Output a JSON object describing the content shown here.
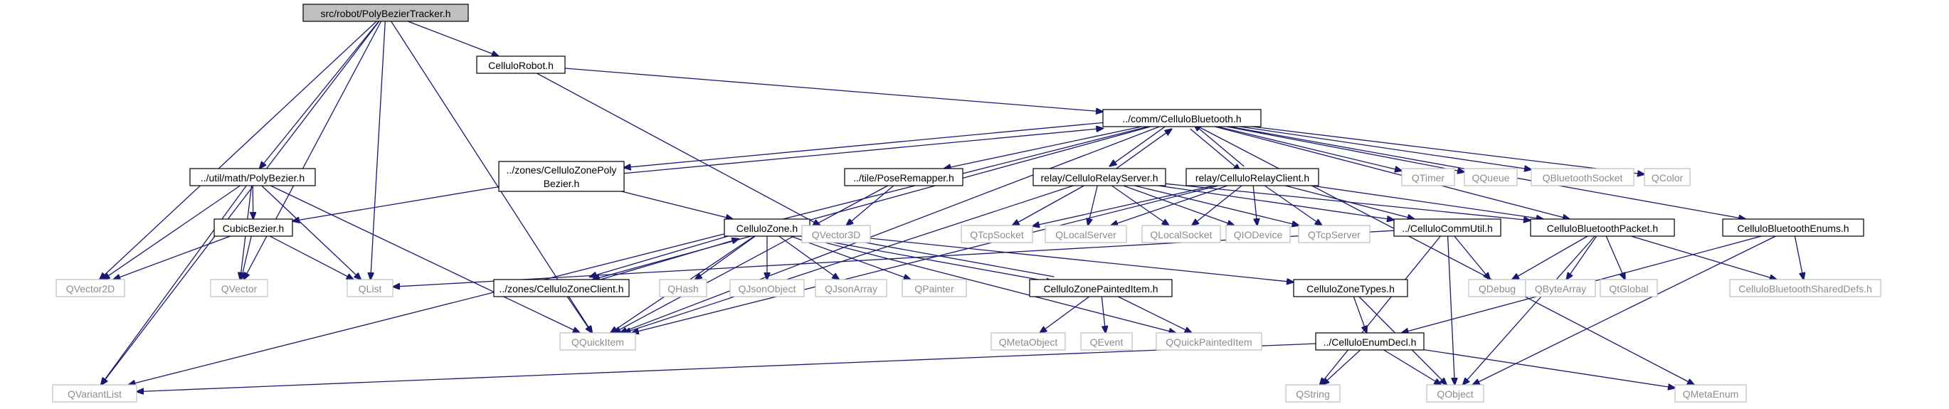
{
  "diagram": {
    "kind": "include-dependency-graph",
    "colors": {
      "edge": "#191970",
      "root_fill": "#bfbfbf",
      "header_border": "#000000",
      "external_border": "#bfbfbf",
      "external_text": "#8c8c8c"
    },
    "nodes": [
      {
        "id": "root",
        "label": "src/robot/PolyBezierTracker.h",
        "kind": "root"
      },
      {
        "id": "robot",
        "label": "CelluloRobot.h",
        "kind": "header"
      },
      {
        "id": "ble",
        "label": "../comm/CelluloBluetooth.h",
        "kind": "header"
      },
      {
        "id": "polyb",
        "label": "../util/math/PolyBezier.h",
        "kind": "header"
      },
      {
        "id": "zpb",
        "label": "../zones/CelluloZonePoly",
        "label2": "Bezier.h",
        "kind": "header"
      },
      {
        "id": "pose",
        "label": "../tile/PoseRemapper.h",
        "kind": "header"
      },
      {
        "id": "rserver",
        "label": "relay/CelluloRelayServer.h",
        "kind": "header"
      },
      {
        "id": "rclient",
        "label": "relay/CelluloRelayClient.h",
        "kind": "header"
      },
      {
        "id": "qtimer",
        "label": "QTimer",
        "kind": "external"
      },
      {
        "id": "qqueue",
        "label": "QQueue",
        "kind": "external"
      },
      {
        "id": "qbtsock",
        "label": "QBluetoothSocket",
        "kind": "external"
      },
      {
        "id": "qcolor",
        "label": "QColor",
        "kind": "external"
      },
      {
        "id": "cubic",
        "label": "CubicBezier.h",
        "kind": "header"
      },
      {
        "id": "zone",
        "label": "CelluloZone.h",
        "kind": "header"
      },
      {
        "id": "qvec3d",
        "label": "QVector3D",
        "kind": "external"
      },
      {
        "id": "qtcpsock",
        "label": "QTcpSocket",
        "kind": "external"
      },
      {
        "id": "qlserver",
        "label": "QLocalServer",
        "kind": "external"
      },
      {
        "id": "qlsock",
        "label": "QLocalSocket",
        "kind": "external"
      },
      {
        "id": "qiodev",
        "label": "QIODevice",
        "kind": "external"
      },
      {
        "id": "qtcpserver",
        "label": "QTcpServer",
        "kind": "external"
      },
      {
        "id": "commutil",
        "label": "../CelluloCommUtil.h",
        "kind": "header"
      },
      {
        "id": "btpacket",
        "label": "CelluloBluetoothPacket.h",
        "kind": "header"
      },
      {
        "id": "btenums",
        "label": "CelluloBluetoothEnums.h",
        "kind": "header"
      },
      {
        "id": "qvec2d",
        "label": "QVector2D",
        "kind": "external"
      },
      {
        "id": "qvector",
        "label": "QVector",
        "kind": "external"
      },
      {
        "id": "qlist",
        "label": "QList",
        "kind": "external"
      },
      {
        "id": "zclient",
        "label": "../zones/CelluloZoneClient.h",
        "kind": "header"
      },
      {
        "id": "qhash",
        "label": "QHash",
        "kind": "external"
      },
      {
        "id": "qjsonobj",
        "label": "QJsonObject",
        "kind": "external"
      },
      {
        "id": "qjsonarr",
        "label": "QJsonArray",
        "kind": "external"
      },
      {
        "id": "qpainter",
        "label": "QPainter",
        "kind": "external"
      },
      {
        "id": "zpainted",
        "label": "CelluloZonePaintedItem.h",
        "kind": "header"
      },
      {
        "id": "ztypes",
        "label": "CelluloZoneTypes.h",
        "kind": "header"
      },
      {
        "id": "qdebug",
        "label": "QDebug",
        "kind": "external"
      },
      {
        "id": "qbytearr",
        "label": "QByteArray",
        "kind": "external"
      },
      {
        "id": "qtglobal",
        "label": "QtGlobal",
        "kind": "external"
      },
      {
        "id": "btshared",
        "label": "CelluloBluetoothSharedDefs.h",
        "kind": "external"
      },
      {
        "id": "qquickitem",
        "label": "QQuickItem",
        "kind": "external"
      },
      {
        "id": "qmetaobj",
        "label": "QMetaObject",
        "kind": "external"
      },
      {
        "id": "qevent",
        "label": "QEvent",
        "kind": "external"
      },
      {
        "id": "qqpainted",
        "label": "QQuickPaintedItem",
        "kind": "external"
      },
      {
        "id": "enumdecl",
        "label": "../CelluloEnumDecl.h",
        "kind": "header"
      },
      {
        "id": "qvarlist",
        "label": "QVariantList",
        "kind": "external"
      },
      {
        "id": "qstring",
        "label": "QString",
        "kind": "external"
      },
      {
        "id": "qobject",
        "label": "QObject",
        "kind": "external"
      },
      {
        "id": "qmetaenum",
        "label": "QMetaEnum",
        "kind": "external"
      }
    ],
    "edges": [
      [
        "root",
        "robot"
      ],
      [
        "root",
        "polyb"
      ],
      [
        "root",
        "qvec2d"
      ],
      [
        "root",
        "qvector"
      ],
      [
        "root",
        "qlist"
      ],
      [
        "root",
        "qquickitem"
      ],
      [
        "root",
        "qvarlist"
      ],
      [
        "robot",
        "ble"
      ],
      [
        "robot",
        "qvec3d"
      ],
      [
        "ble",
        "zpb"
      ],
      [
        "ble",
        "pose"
      ],
      [
        "ble",
        "rserver"
      ],
      [
        "ble",
        "rclient"
      ],
      [
        "ble",
        "qtimer"
      ],
      [
        "ble",
        "qqueue"
      ],
      [
        "ble",
        "qbtsock"
      ],
      [
        "ble",
        "qcolor"
      ],
      [
        "ble",
        "btpacket"
      ],
      [
        "ble",
        "btenums"
      ],
      [
        "ble",
        "zclient"
      ],
      [
        "ble",
        "qquickitem"
      ],
      [
        "ble",
        "qvarlist"
      ],
      [
        "ble",
        "qmetaenum"
      ],
      [
        "zpb",
        "ble"
      ],
      [
        "zpb",
        "cubic"
      ],
      [
        "zpb",
        "zone"
      ],
      [
        "rserver",
        "ble"
      ],
      [
        "rserver",
        "qtcpsock"
      ],
      [
        "rserver",
        "qlserver"
      ],
      [
        "rserver",
        "qlsock"
      ],
      [
        "rserver",
        "qiodev"
      ],
      [
        "rserver",
        "qtcpserver"
      ],
      [
        "rserver",
        "commutil"
      ],
      [
        "rserver",
        "btpacket"
      ],
      [
        "rserver",
        "qquickitem"
      ],
      [
        "rclient",
        "ble"
      ],
      [
        "rclient",
        "qtcpsock"
      ],
      [
        "rclient",
        "qlserver"
      ],
      [
        "rclient",
        "qlsock"
      ],
      [
        "rclient",
        "qiodev"
      ],
      [
        "rclient",
        "qtcpserver"
      ],
      [
        "rclient",
        "commutil"
      ],
      [
        "rclient",
        "btpacket"
      ],
      [
        "rclient",
        "qquickitem"
      ],
      [
        "polyb",
        "cubic"
      ],
      [
        "polyb",
        "qvec2d"
      ],
      [
        "polyb",
        "qvector"
      ],
      [
        "polyb",
        "qlist"
      ],
      [
        "polyb",
        "qquickitem"
      ],
      [
        "polyb",
        "qvarlist"
      ],
      [
        "pose",
        "qvec3d"
      ],
      [
        "pose",
        "qquickitem"
      ],
      [
        "cubic",
        "qvec2d"
      ],
      [
        "cubic",
        "qvector"
      ],
      [
        "cubic",
        "qlist"
      ],
      [
        "zone",
        "zclient"
      ],
      [
        "zone",
        "qhash"
      ],
      [
        "zone",
        "qjsonobj"
      ],
      [
        "zone",
        "qjsonarr"
      ],
      [
        "zone",
        "qpainter"
      ],
      [
        "zone",
        "zpainted"
      ],
      [
        "zone",
        "ztypes"
      ],
      [
        "zone",
        "qquickitem"
      ],
      [
        "zone",
        "qqpainted"
      ],
      [
        "zclient",
        "zone"
      ],
      [
        "zclient",
        "qquickitem"
      ],
      [
        "zpainted",
        "zone"
      ],
      [
        "zpainted",
        "qmetaobj"
      ],
      [
        "zpainted",
        "qevent"
      ],
      [
        "zpainted",
        "qqpainted"
      ],
      [
        "ztypes",
        "enumdecl"
      ],
      [
        "ztypes",
        "qobject"
      ],
      [
        "commutil",
        "qlist"
      ],
      [
        "commutil",
        "qdebug"
      ],
      [
        "commutil",
        "qstring"
      ],
      [
        "commutil",
        "qobject"
      ],
      [
        "btpacket",
        "qdebug"
      ],
      [
        "btpacket",
        "qbytearr"
      ],
      [
        "btpacket",
        "qtglobal"
      ],
      [
        "btpacket",
        "btshared"
      ],
      [
        "btpacket",
        "qobject"
      ],
      [
        "btenums",
        "btshared"
      ],
      [
        "btenums",
        "enumdecl"
      ],
      [
        "btenums",
        "qobject"
      ],
      [
        "enumdecl",
        "qvarlist"
      ],
      [
        "enumdecl",
        "qstring"
      ],
      [
        "enumdecl",
        "qobject"
      ],
      [
        "enumdecl",
        "qmetaenum"
      ]
    ]
  }
}
